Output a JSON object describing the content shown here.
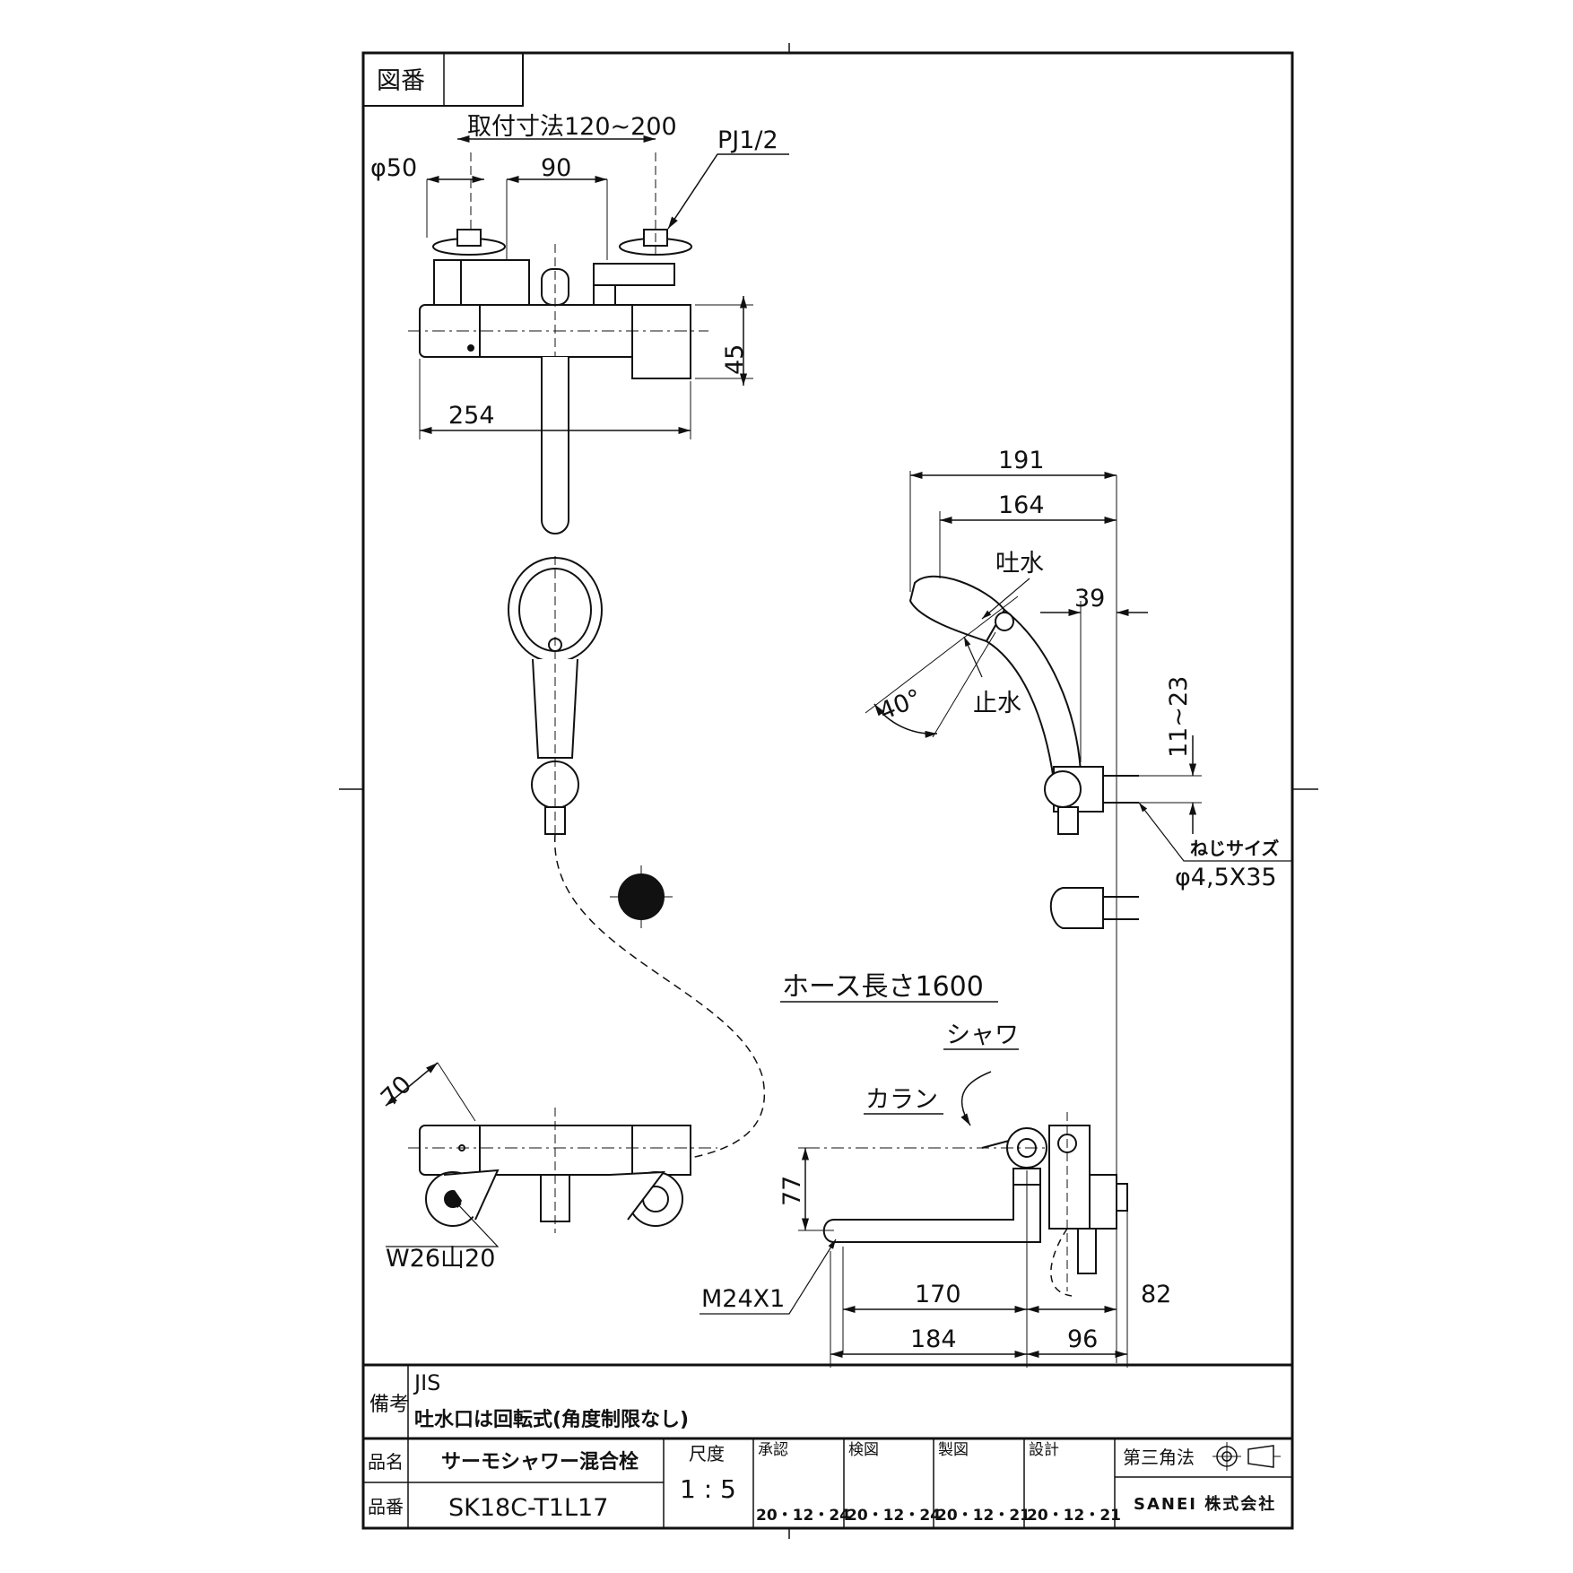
{
  "drawing_number_label": "図番",
  "front_view": {
    "mounting_dim": "取付寸法120~200",
    "diameter_50": "φ50",
    "dim_90": "90",
    "connection": "PJ1/2",
    "dim_45": "45",
    "dim_254": "254"
  },
  "side_view": {
    "dim_191": "191",
    "dim_164": "164",
    "spray_label": "吐水",
    "dim_39": "39",
    "angle_label": "40°",
    "stop_label": "止水",
    "dim_11_23": "11~23",
    "screw_size_label": "ねじサイズ",
    "screw_size_value": "φ4,5X35"
  },
  "hose_label": "ホース長さ1600",
  "shower_label": "シャワ",
  "faucet_label": "カラン",
  "bottom_view": {
    "dim_70": "70",
    "thread": "W26山20",
    "dim_77": "77",
    "spout_thread": "M24X1",
    "dim_170": "170",
    "dim_82": "82",
    "dim_184": "184",
    "dim_96": "96"
  },
  "title_block": {
    "remarks_label": "備考",
    "remarks_line1": "JIS",
    "remarks_line2": "吐水口は回転式(角度制限なし)",
    "product_name_label": "品名",
    "product_name": "サーモシャワー混合栓",
    "product_number_label": "品番",
    "product_number": "SK18C-T1L17",
    "scale_label": "尺度",
    "scale_value": "1 : 5",
    "approved_label": "承認",
    "approved_date": "20・12・24",
    "checked_label": "検図",
    "checked_date": "20・12・24",
    "drawn_label": "製図",
    "drawn_date": "20・12・21",
    "designed_label": "設計",
    "designed_date": "20・12・21",
    "projection_label": "第三角法",
    "company": "SANEI 株式会社"
  }
}
